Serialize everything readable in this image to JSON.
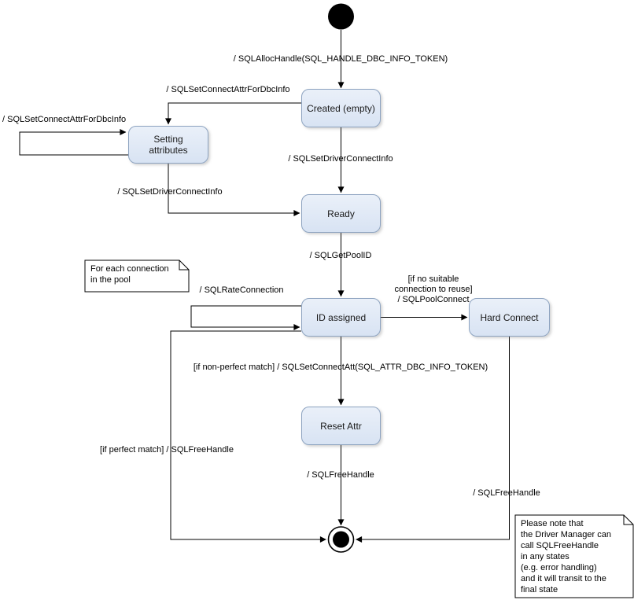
{
  "colors": {
    "state_fill_top": "#eaf0f9",
    "state_fill_bottom": "#d8e3f3",
    "state_border": "#8da3c0",
    "connector": "#000000",
    "note_fill": "#ffffff"
  },
  "states": {
    "created": {
      "label": "Created (empty)"
    },
    "setting_attributes": {
      "label": "Setting\nattributes"
    },
    "ready": {
      "label": "Ready"
    },
    "id_assigned": {
      "label": "ID assigned"
    },
    "hard_connect": {
      "label": "Hard Connect"
    },
    "reset_attr": {
      "label": "Reset Attr"
    }
  },
  "transitions": {
    "alloc_handle": "/ SQLAllocHandle(SQL_HANDLE_DBC_INFO_TOKEN)",
    "set_connect_attr_to_setting": "/ SQLSetConnectAttrForDbcInfo",
    "set_connect_attr_self": "/ SQLSetConnectAttrForDbcInfo",
    "set_driver_connect_from_created": "/ SQLSetDriverConnectInfo",
    "set_driver_connect_from_setting": "/ SQLSetDriverConnectInfo",
    "get_pool_id": "/ SQLGetPoolID",
    "rate_connection": "/ SQLRateConnection",
    "pool_connect": "[if no suitable\nconnection to reuse]\n/ SQLPoolConnect",
    "set_connect_att": "[if non-perfect match] / SQLSetConnectAtt(SQL_ATTR_DBC_INFO_TOKEN)",
    "free_handle_reset": "/ SQLFreeHandle",
    "free_handle_perfect": "[if perfect match] / SQLFreeHandle",
    "free_handle_hard": "/ SQLFreeHandle"
  },
  "notes": {
    "pool_note": "For each connection\nin the pool",
    "free_handle_note": "Please note that\nthe Driver Manager can\ncall SQLFreeHandle\nin any states\n(e.g. error handling)\nand it will transit to the\nfinal state"
  }
}
